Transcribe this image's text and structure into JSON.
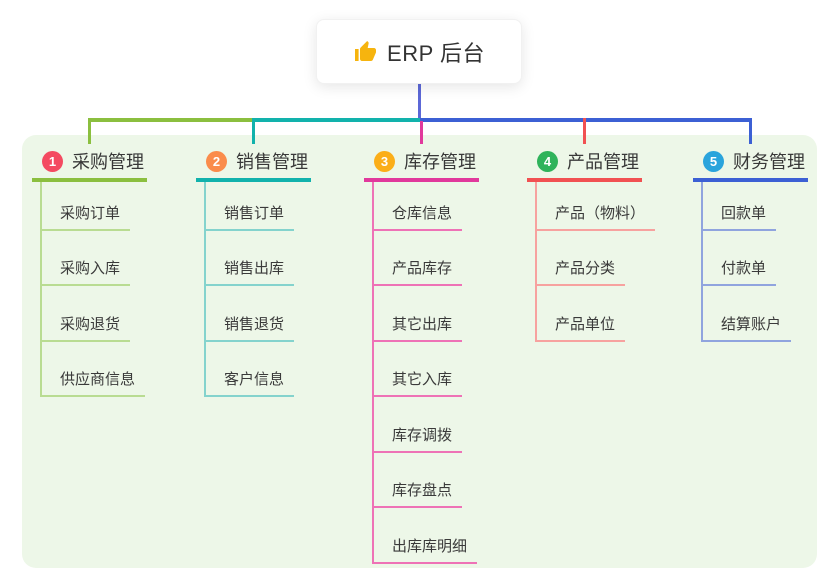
{
  "root": {
    "title": "ERP 后台",
    "icon": "thumbs-up-icon"
  },
  "colors": {
    "panel_bg": "#edf7e8",
    "root_connector": "#5c68d7",
    "branch_lines": [
      "#8bbf3f",
      "#12b2ac",
      "#e1399c",
      "#f15152",
      "#3c60d4"
    ],
    "child_lines": [
      "#b9dc92",
      "#84d3cd",
      "#ee72b6",
      "#f7a29f",
      "#90a4de"
    ],
    "badge_colors": [
      "#f44a61",
      "#fa8c4b",
      "#fbae18",
      "#2fb35b",
      "#2aa4dc"
    ]
  },
  "branches": [
    {
      "num": "1",
      "label": "采购管理",
      "children": [
        "采购订单",
        "采购入库",
        "采购退货",
        "供应商信息"
      ]
    },
    {
      "num": "2",
      "label": "销售管理",
      "children": [
        "销售订单",
        "销售出库",
        "销售退货",
        "客户信息"
      ]
    },
    {
      "num": "3",
      "label": "库存管理",
      "children": [
        "仓库信息",
        "产品库存",
        "其它出库",
        "其它入库",
        "库存调拨",
        "库存盘点",
        "出库库明细"
      ]
    },
    {
      "num": "4",
      "label": "产品管理",
      "children": [
        "产品（物料）",
        "产品分类",
        "产品单位"
      ]
    },
    {
      "num": "5",
      "label": "财务管理",
      "children": [
        "回款单",
        "付款单",
        "结算账户"
      ]
    }
  ]
}
